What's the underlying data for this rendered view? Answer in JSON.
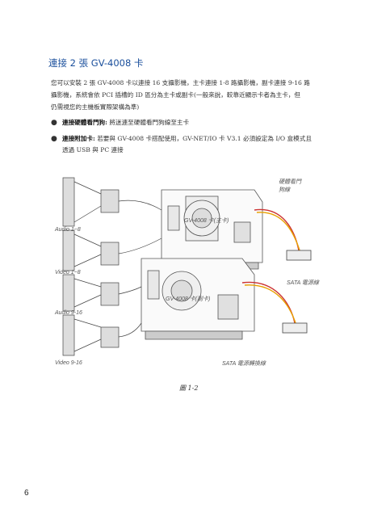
{
  "section": {
    "title": "連接 2 張 GV-4008 卡",
    "intro_lines": [
      "您可以安裝 2 張 GV-4008 卡以連接 16 支攝影機，主卡連接 1-8 路攝影機，副卡連接 9-16 路",
      "攝影機，系統會依 PCI 插槽的 ID 區分為主卡或副卡(一般來說，較靠近顯示卡者為主卡，但",
      "仍需視您的主機板實際架構為準)"
    ]
  },
  "bullets": [
    {
      "term": "連接硬體看門狗:",
      "text_lines": [
        "將迷連至硬體看門狗線至主卡"
      ]
    },
    {
      "term": "連接附加卡:",
      "text_lines": [
        "若要與 GV-4008 卡搭配使用，GV-NET/IO 卡 V3.1 必須設定為 I/O 盒模式且",
        "透過 USB 與 PC 連接"
      ]
    }
  ],
  "figure": {
    "labels": {
      "watchdog": [
        "硬體看門",
        "狗線"
      ],
      "audio_1_8": "Audio 1~8",
      "video_1_8": "Video 1~8",
      "audio_9_16": "Audio 9-16",
      "video_9_16": "Video 9-16",
      "card_main": "GV-4008 卡(主卡)",
      "card_sub": "GV-4008 卡(副卡)",
      "sata_power": "SATA 電源線",
      "sata_adapter": "SATA 電源轉換線"
    },
    "caption": "圖 1-2"
  },
  "page_number": "6"
}
